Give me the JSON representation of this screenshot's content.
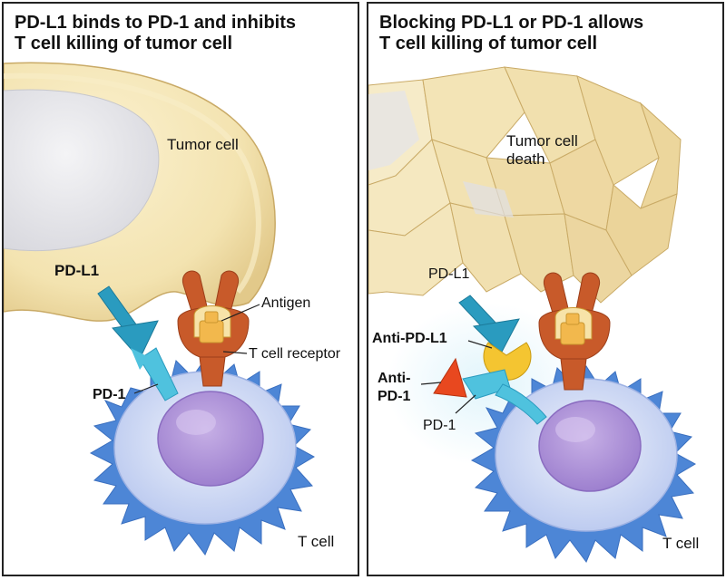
{
  "left_panel": {
    "title_line1": "PD-L1 binds to PD-1 and inhibits",
    "title_line2": "T cell killing of tumor cell",
    "labels": {
      "tumor_cell": "Tumor cell",
      "pd_l1": "PD-L1",
      "antigen": "Antigen",
      "t_cell_receptor": "T cell receptor",
      "pd_1": "PD-1",
      "t_cell": "T cell"
    }
  },
  "right_panel": {
    "title_line1": "Blocking PD-L1 or PD-1 allows",
    "title_line2": "T cell killing of tumor cell",
    "labels": {
      "tumor_cell_death_1": "Tumor cell",
      "tumor_cell_death_2": "death",
      "pd_l1": "PD-L1",
      "anti_pd_l1": "Anti-PD-L1",
      "anti_pd_1_line1": "Anti-",
      "anti_pd_1_line2": "PD-1",
      "pd_1": "PD-1",
      "t_cell": "T cell"
    }
  },
  "colors": {
    "tumor_cell": "#f3e3b0",
    "nucleus_tumor": "#e9e9ec",
    "pd_l1": "#2a9bbf",
    "pd_1": "#4fc2de",
    "receptor": "#c85a2a",
    "antigen": "#f2b84d",
    "t_cell_body": "#c9d5f2",
    "t_cell_spikes": "#4d86d6",
    "t_cell_nucleus": "#a98ad6",
    "anti_pd_l1": "#f4c531",
    "anti_pd_1": "#e8481f"
  }
}
